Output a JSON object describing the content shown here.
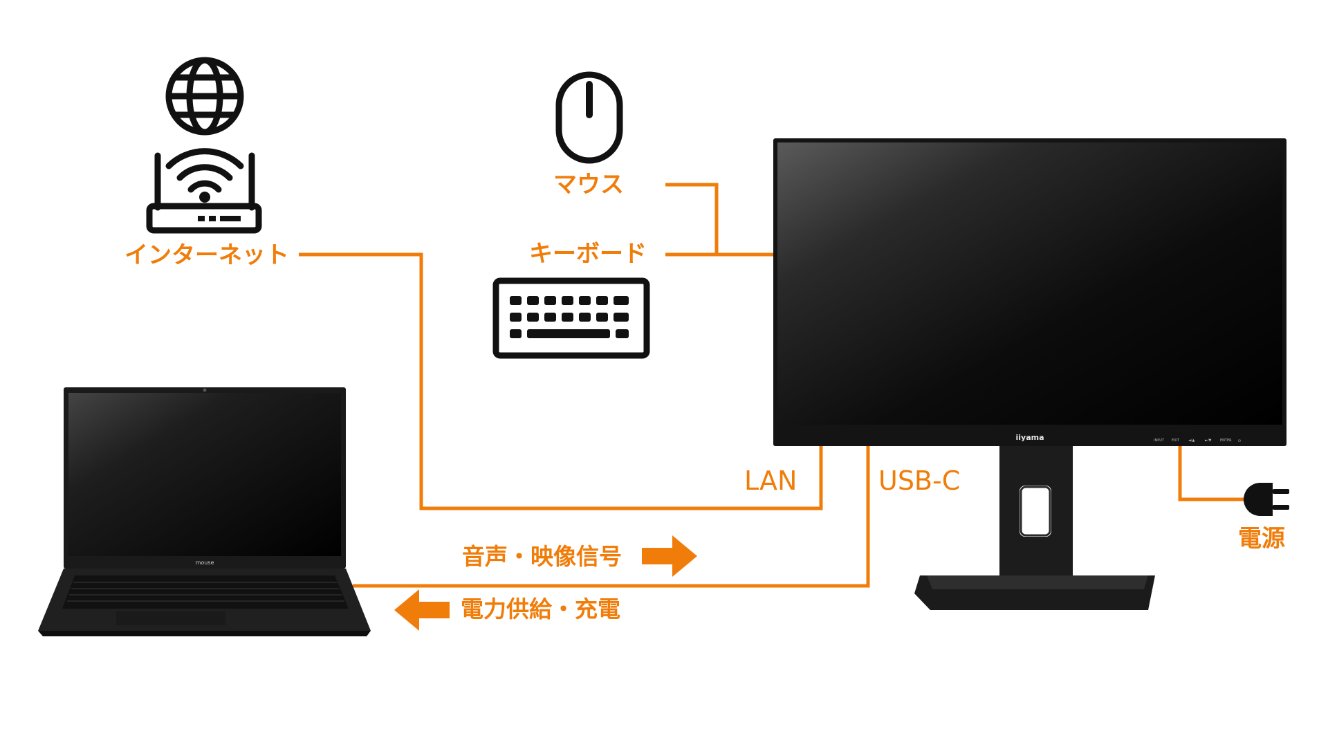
{
  "diagram": {
    "accent_color": "#f07d0a",
    "device_color": "#111111",
    "labels": {
      "internet": "インターネット",
      "mouse": "マウス",
      "keyboard": "キーボード",
      "lan": "LAN",
      "usbc": "USB-C",
      "av_signal": "音声・映像信号",
      "power_supply": "電力供給・充電",
      "power": "電源"
    },
    "icons": [
      "globe-icon",
      "wifi-router-icon",
      "mouse-icon",
      "keyboard-icon",
      "power-plug-icon"
    ],
    "devices": {
      "monitor_brand": "iiyama",
      "monitor_buttons": [
        "INPUT",
        "EXIT",
        "◄/▲",
        "►/▼",
        "ENTER",
        "⏻"
      ],
      "laptop_brand": "mouse"
    }
  }
}
